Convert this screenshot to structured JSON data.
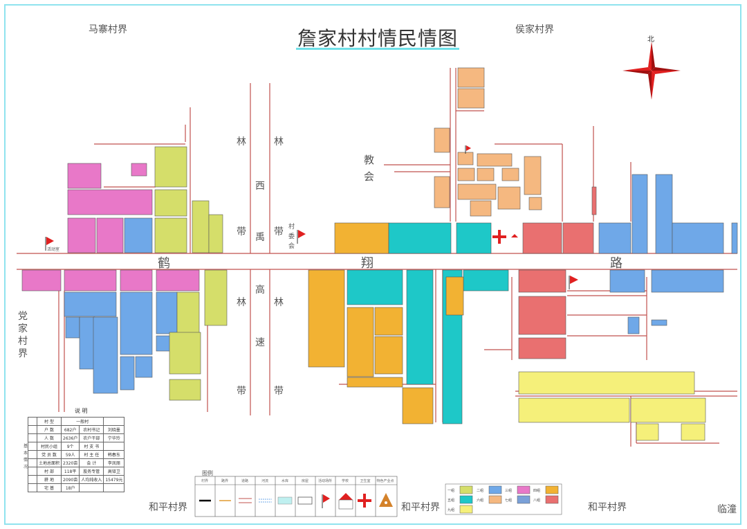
{
  "title": "詹家村村情民情图",
  "compass_label": "北",
  "borders": {
    "north_west": "马寨村界",
    "north_east": "侯家村界",
    "west": "党家村界",
    "south_1": "和平村界",
    "south_2": "和平村界",
    "south_3": "和平村界",
    "south_east": "临潼"
  },
  "roads": {
    "main": [
      "鹤",
      "翔",
      "路"
    ],
    "west_upper_left": [
      "林",
      "带"
    ],
    "west_upper_mid": [
      "西",
      "禹"
    ],
    "west_upper_right": [
      "林",
      "带"
    ],
    "west_lower_mid": [
      "高",
      "速"
    ],
    "west_lower_left": [
      "林",
      "带"
    ],
    "west_lower_right": [
      "林",
      "带"
    ]
  },
  "places": {
    "church": [
      "教",
      "会"
    ],
    "village_committee": [
      "村",
      "委",
      "会"
    ],
    "activity_room": "活动室"
  },
  "info_table": {
    "title": "说 明",
    "side_label": "基本情况",
    "rows": [
      [
        "村 型",
        "一般村",
        "",
        ""
      ],
      [
        "户 数",
        "682户",
        "农村书记",
        "刘晓墨"
      ],
      [
        "人 数",
        "2636户",
        "农户干部",
        "宁华玲"
      ],
      [
        "村民小组",
        "9个",
        "村 支 书",
        ""
      ],
      [
        "党 员 数",
        "59人",
        "村 主 任",
        "韩春东"
      ],
      [
        "土地总面积",
        "2320亩",
        "会 计",
        "李凤丽"
      ],
      [
        "村 部",
        "118平",
        "股务专管",
        "高铎卫"
      ],
      [
        "耕 地",
        "2090亩",
        "人均纯收入",
        "15479元"
      ],
      [
        "宅 基",
        "18户",
        "",
        ""
      ]
    ]
  },
  "legend": {
    "title": "图例",
    "items": [
      "村界",
      "路界",
      "道路",
      "河流",
      "水库",
      "房屋",
      "活动场所",
      "学校",
      "卫生室",
      "特色产业点"
    ],
    "groups": [
      {
        "label": "一组",
        "color": "#d5de6a"
      },
      {
        "label": "二组",
        "color": "#6fa8e8"
      },
      {
        "label": "三组",
        "color": "#e878c8"
      },
      {
        "label": "四组",
        "color": "#f2b233"
      },
      {
        "label": "五组",
        "color": "#1ec8c8"
      },
      {
        "label": "六组",
        "color": "#f5b880"
      },
      {
        "label": "七组",
        "color": "#7aa0d8"
      },
      {
        "label": "八组",
        "color": "#e97070"
      },
      {
        "label": "九组",
        "color": "#f5f07a"
      }
    ]
  },
  "colors": {
    "road_line": "#c0504d",
    "frame": "#8fe3ee",
    "flag": "#e02020"
  }
}
